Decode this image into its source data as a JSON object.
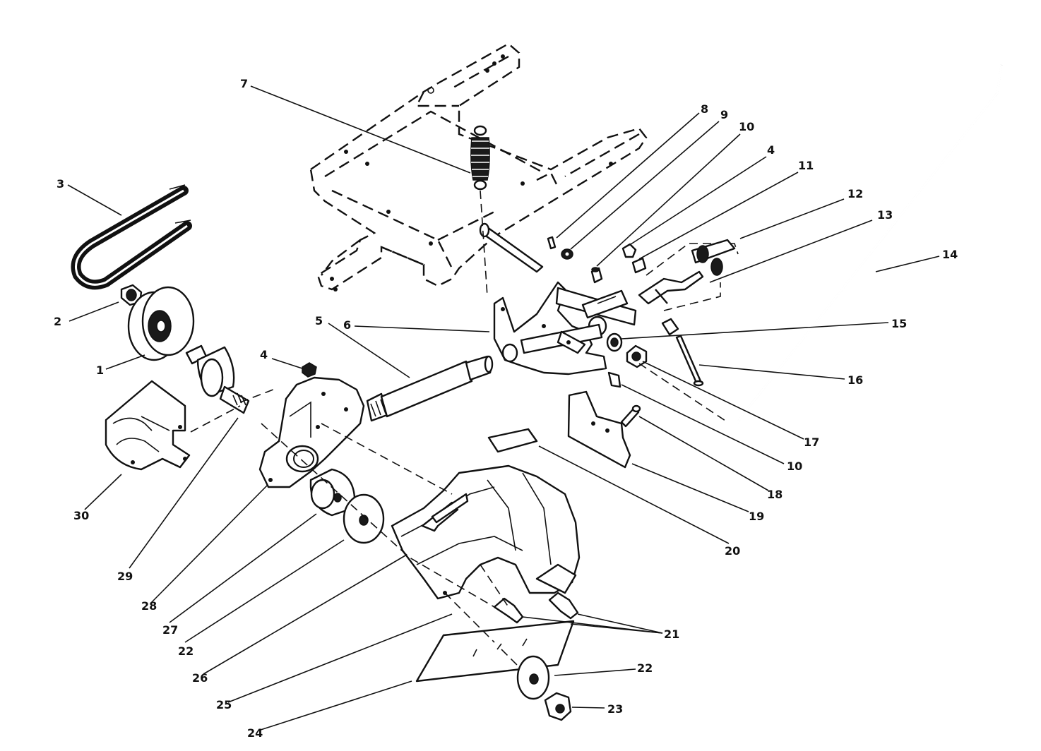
{
  "callouts": {
    "c1": "1",
    "c2": "2",
    "c3": "3",
    "c4a": "4",
    "c4b": "4",
    "c5": "5",
    "c6": "6",
    "c7": "7",
    "c8": "8",
    "c9": "9",
    "c10a": "10",
    "c10b": "10",
    "c11": "11",
    "c12": "12",
    "c13": "13",
    "c14": "14",
    "c15": "15",
    "c16": "16",
    "c17": "17",
    "c18": "18",
    "c19": "19",
    "c20": "20",
    "c21": "21",
    "c22a": "22",
    "c22b": "22",
    "c23": "23",
    "c24": "24",
    "c25": "25",
    "c26": "26",
    "c27": "27",
    "c28": "28",
    "c29": "29",
    "c30": "30"
  }
}
